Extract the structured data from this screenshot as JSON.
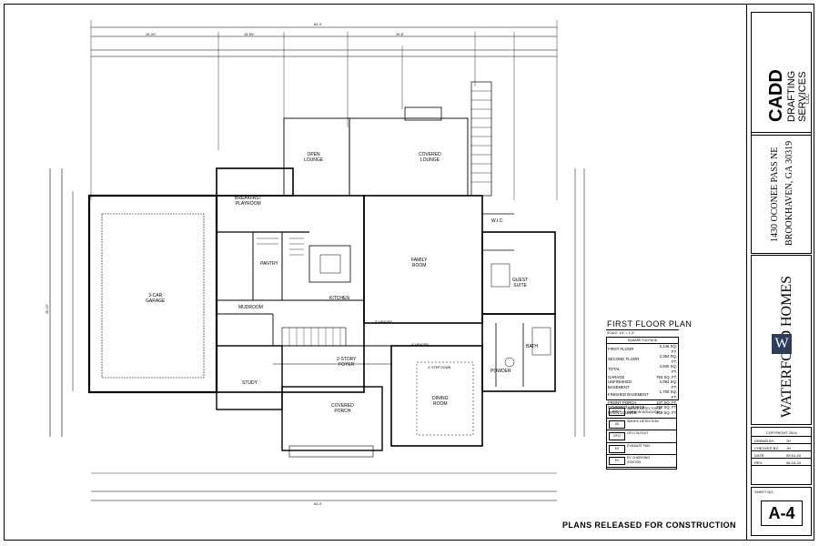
{
  "plan": {
    "title": "FIRST FLOOR PLAN",
    "scale": "SCALE: 1/4\" = 1'-0\"",
    "footage_title": "SQUARE FOOTAGE",
    "footage": [
      {
        "label": "FIRST FLOOR",
        "value": "2,146 SQ. FT."
      },
      {
        "label": "SECOND FLOOR",
        "value": "2,354 SQ. FT."
      },
      {
        "label": "TOTAL",
        "value": "4,500 SQ. FT."
      },
      {
        "label": "GARAGE",
        "value": "793 SQ. FT."
      },
      {
        "label": "UNFINISHED BASEMENT",
        "value": "2,093 SQ. FT."
      },
      {
        "label": "FINISHED BASEMENT",
        "value": "1,700 SQ. FT."
      },
      {
        "label": "FRONT PORCH",
        "value": "137 SQ. FT."
      },
      {
        "label": "COVERED LOUNGE",
        "value": "256 SQ. FT."
      },
      {
        "label": "OPEN LOUNGE",
        "value": "208 SQ. FT."
      }
    ]
  },
  "rooms": {
    "open_lounge": "OPEN\nLOUNGE",
    "covered_lounge": "COVERED\nLOUNGE",
    "breakfast": "BREAKFAST\nPLAYROOM",
    "family": "FAMILY\nROOM",
    "garage": "3-CAR\nGARAGE",
    "pantry": "PANTRY",
    "kitchen": "KITCHEN",
    "mudroom": "MUDROOM",
    "guest": "GUEST\nSUITE",
    "study": "STUDY",
    "covered_porch": "COVERED\nPORCH",
    "dining": "DINING\nROOM",
    "powder": "POWDER",
    "bath": "BATH",
    "story": "2-STORY\nFOYER",
    "wic": "W.I.C."
  },
  "legend": [
    {
      "symbol": "SD/CO",
      "text": "SMOKE DETECTOR &\nCARBON MONOXIDE"
    },
    {
      "symbol": "SD",
      "text": "SMOKE DETECTION"
    },
    {
      "symbol": "GFCI",
      "text": "GFCI OUTLET"
    },
    {
      "symbol": "EX",
      "text": "EXHAUST FAN"
    },
    {
      "symbol": "EV",
      "text": "EV CHARGING\nSTATION"
    }
  ],
  "title_block": {
    "company_line1": "CADD",
    "company_line2": "DRAFTING",
    "company_line3": "SERVICES",
    "company_line4": "LLC",
    "address_line1": "1430 OCONEE PASS NE",
    "address_line2": "BROOKHAVEN, GA 30319",
    "builder": "WATERFORD HOMES",
    "builder_logo": "W",
    "copyright": "COPYRIGHT 2024",
    "drawn_by_label": "DRAWN BY:",
    "drawn_by": "JH",
    "checked_by_label": "CHECKED BY:",
    "checked_by": "JH",
    "date_label": "DATE:",
    "date": "09-01-24",
    "rev_label": "REV:",
    "rev_date": "06-15-24",
    "sheet_label": "SHEET NO.",
    "sheet_no": "A-4"
  },
  "banner": "PLANS RELEASED FOR CONSTRUCTION",
  "dims": {
    "overall_top": "84'-4\"",
    "overall_left": "45'-10\"",
    "left_seg_top": "15'-4½\"",
    "mid_seg_top": "18'-5½\"",
    "right_seg_top": "26'-8\"",
    "bottom_overall": "84'-4\"",
    "header_4": "4\" HEADER",
    "header_5": "5\" HEADER",
    "step_down": "4\" STEP DOWN"
  }
}
